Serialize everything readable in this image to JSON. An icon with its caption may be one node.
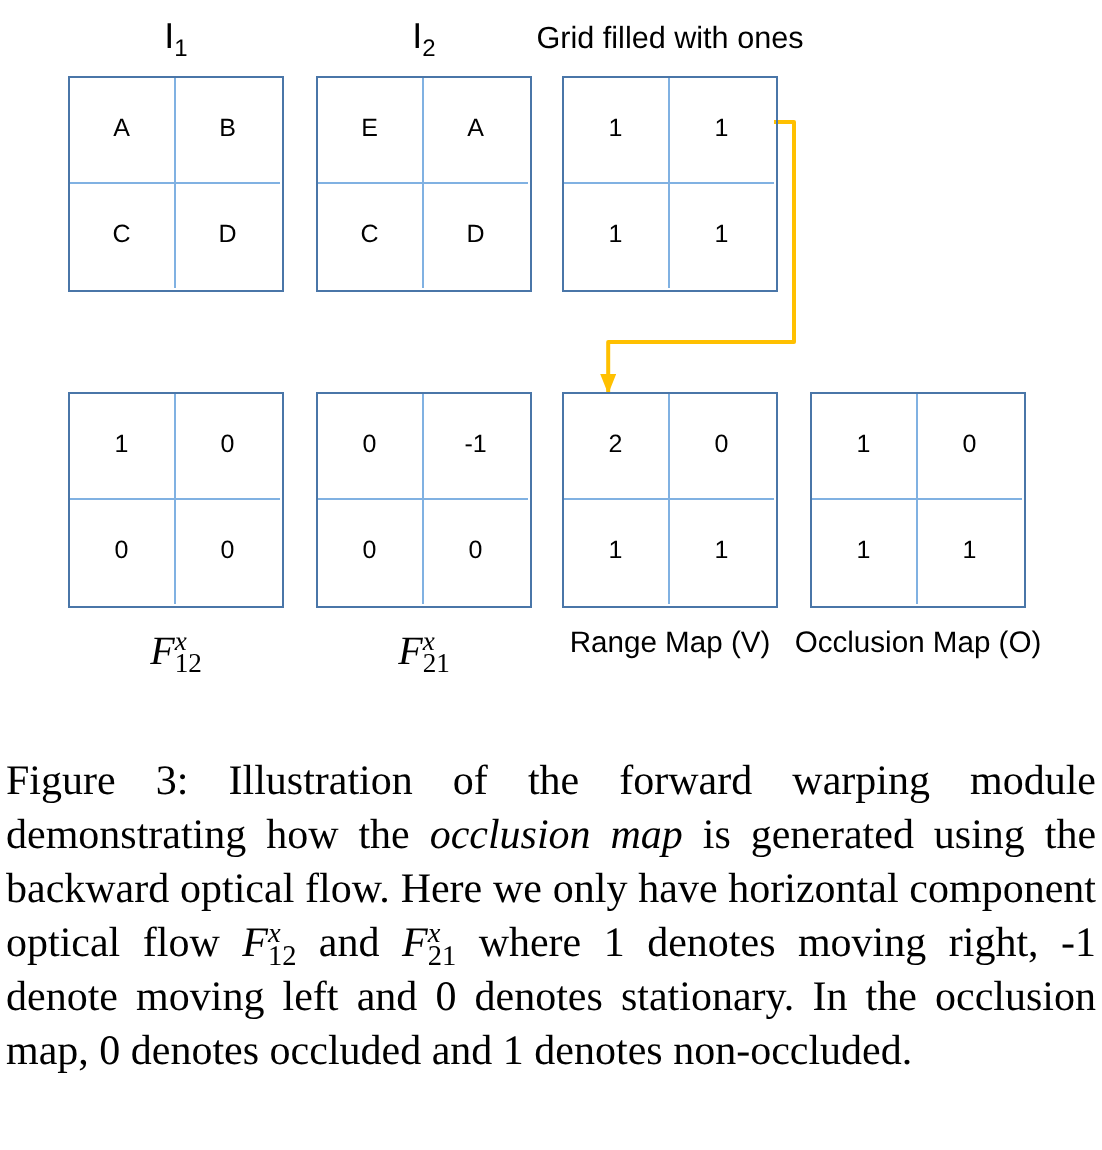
{
  "diagram": {
    "caption": "Figure 3: Illustration of the forward warping module demonstrating how the *occlusion map* is generated using the backward optical flow. Here we only have horizontal component optical flow *F*$^{x}$$_{12}$ and *F*$^{x}$$_{21}$ where 1 denotes moving right, -1 denote moving left and 0 denotes stationary. In the occlusion map, 0 denotes occluded and 1 denotes non-occluded.",
    "nodes": [
      {
        "text": [
          "I$_{1}$"
        ]
      },
      {
        "text": [
          "A"
        ],
        "in": 0
      },
      {
        "text": [
          "B"
        ],
        "in": 0
      },
      {
        "text": [
          "C"
        ],
        "in": 0
      },
      {
        "text": [
          "D"
        ],
        "in": 0
      },
      {
        "text": [
          "I$_{2}$"
        ]
      },
      {
        "text": [
          "E"
        ],
        "in": 5
      },
      {
        "text": [
          "A"
        ],
        "in": 5
      },
      {
        "text": [
          "C"
        ],
        "in": 5
      },
      {
        "text": [
          "D"
        ],
        "in": 5
      },
      {
        "text": [
          "Grid filled with ones"
        ]
      },
      {
        "text": [
          "1"
        ],
        "in": 10
      },
      {
        "text": [
          "1"
        ],
        "in": 10
      },
      {
        "text": [
          "1"
        ],
        "in": 10
      },
      {
        "text": [
          "1"
        ],
        "in": 10
      },
      {
        "text": [
          "*F*$^{x}$$_{12}$"
        ]
      },
      {
        "text": [
          "1"
        ],
        "in": 15
      },
      {
        "text": [
          "0"
        ],
        "in": 15
      },
      {
        "text": [
          "0"
        ],
        "in": 15
      },
      {
        "text": [
          "0"
        ],
        "in": 15
      },
      {
        "text": [
          "*F*$^{x}$$_{21}$"
        ]
      },
      {
        "text": [
          "0"
        ],
        "in": 20
      },
      {
        "text": [
          "-1"
        ],
        "in": 20
      },
      {
        "text": [
          "0"
        ],
        "in": 20
      },
      {
        "text": [
          "0"
        ],
        "in": 20
      },
      {
        "text": [
          "Range Map (V)"
        ]
      },
      {
        "text": [
          "2"
        ],
        "in": 25
      },
      {
        "text": [
          "0"
        ],
        "in": 25
      },
      {
        "text": [
          "1"
        ],
        "in": 25
      },
      {
        "text": [
          "1"
        ],
        "in": 25
      },
      {
        "text": [
          "Occlusion Map (O)"
        ]
      },
      {
        "text": [
          "1"
        ],
        "in": 30
      },
      {
        "text": [
          "0"
        ],
        "in": 30
      },
      {
        "text": [
          "1"
        ],
        "in": 30
      },
      {
        "text": [
          "1"
        ],
        "in": 30
      }
    ],
    "edges": [
      {
        "from": 12,
        "to": 26,
        "arrow": "to",
        "color": "#ffc000"
      }
    ]
  }
}
